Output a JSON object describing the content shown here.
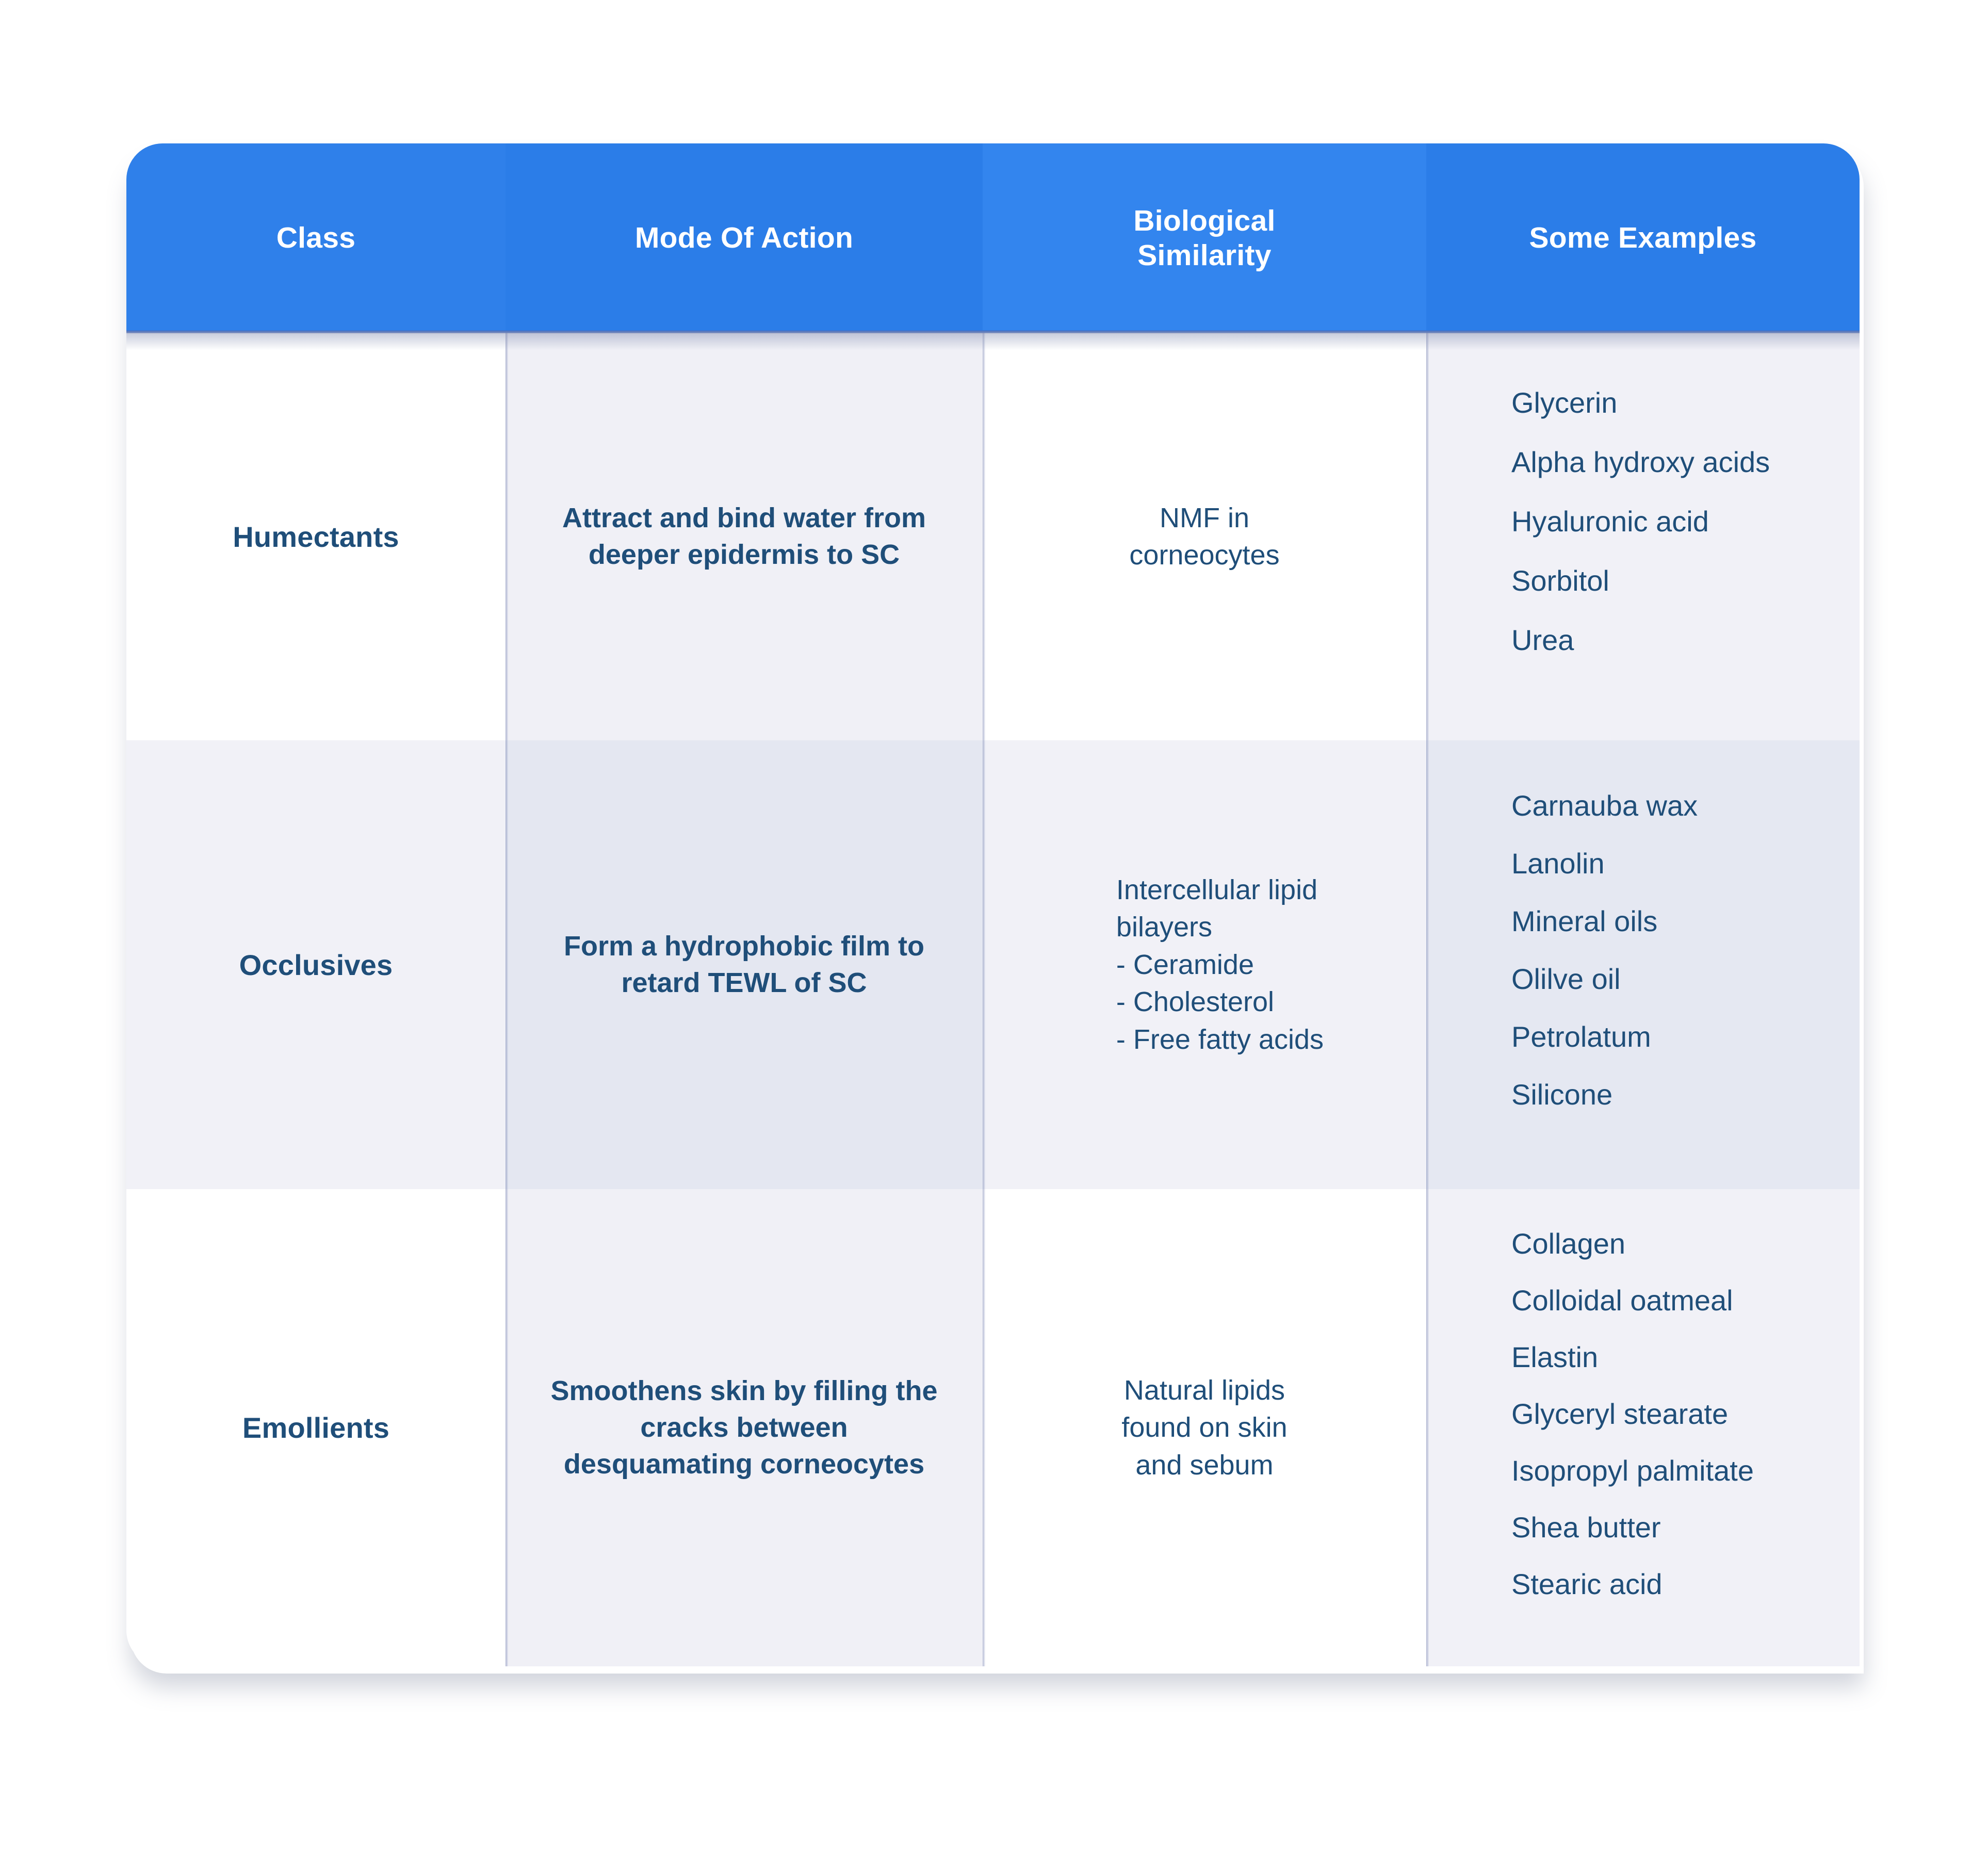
{
  "table": {
    "accent_color": "#2b7de8",
    "text_color": "#1f4e79",
    "columns": [
      {
        "key": "class",
        "label": "Class"
      },
      {
        "key": "moa",
        "label": "Mode Of Action"
      },
      {
        "key": "bio_l1",
        "label": "Biological"
      },
      {
        "key": "bio_l2",
        "label": "Similarity"
      },
      {
        "key": "examples",
        "label": "Some Examples"
      }
    ],
    "headers": {
      "class": "Class",
      "mode_of_action": "Mode Of Action",
      "biological_similarity_line1": "Biological",
      "biological_similarity_line2": "Similarity",
      "some_examples": "Some Examples"
    },
    "rows": [
      {
        "class": "Humectants",
        "mode_of_action": "Attract and bind water from deeper epidermis to SC",
        "biological_similarity": "NMF in corneocytes",
        "biological_similarity_lines": [
          "NMF in",
          "corneocytes"
        ],
        "biological_similarity_align": "center",
        "examples": [
          "Glycerin",
          "Alpha hydroxy acids",
          "Hyaluronic acid",
          "Sorbitol",
          "Urea"
        ]
      },
      {
        "class": "Occlusives",
        "mode_of_action": "Form a hydrophobic film to retard TEWL of SC",
        "biological_similarity": "Intercellular lipid bilayers - Ceramide - Cholesterol - Free fatty acids",
        "biological_similarity_lines": [
          "Intercellular lipid",
          "bilayers",
          "- Ceramide",
          "- Cholesterol",
          "- Free fatty acids"
        ],
        "biological_similarity_align": "left",
        "examples": [
          "Carnauba wax",
          "Lanolin",
          "Mineral oils",
          "Olilve oil",
          "Petrolatum",
          "Silicone"
        ]
      },
      {
        "class": "Emollients",
        "mode_of_action": "Smoothens skin by filling the cracks between desquamating corneocytes",
        "biological_similarity": "Natural lipids found on skin and sebum",
        "biological_similarity_lines": [
          "Natural lipids",
          "found on skin",
          "and sebum"
        ],
        "biological_similarity_align": "center",
        "examples": [
          "Collagen",
          "Colloidal oatmeal",
          "Elastin",
          "Glyceryl stearate",
          "Isopropyl palmitate",
          "Shea butter",
          "Stearic acid"
        ]
      }
    ]
  }
}
